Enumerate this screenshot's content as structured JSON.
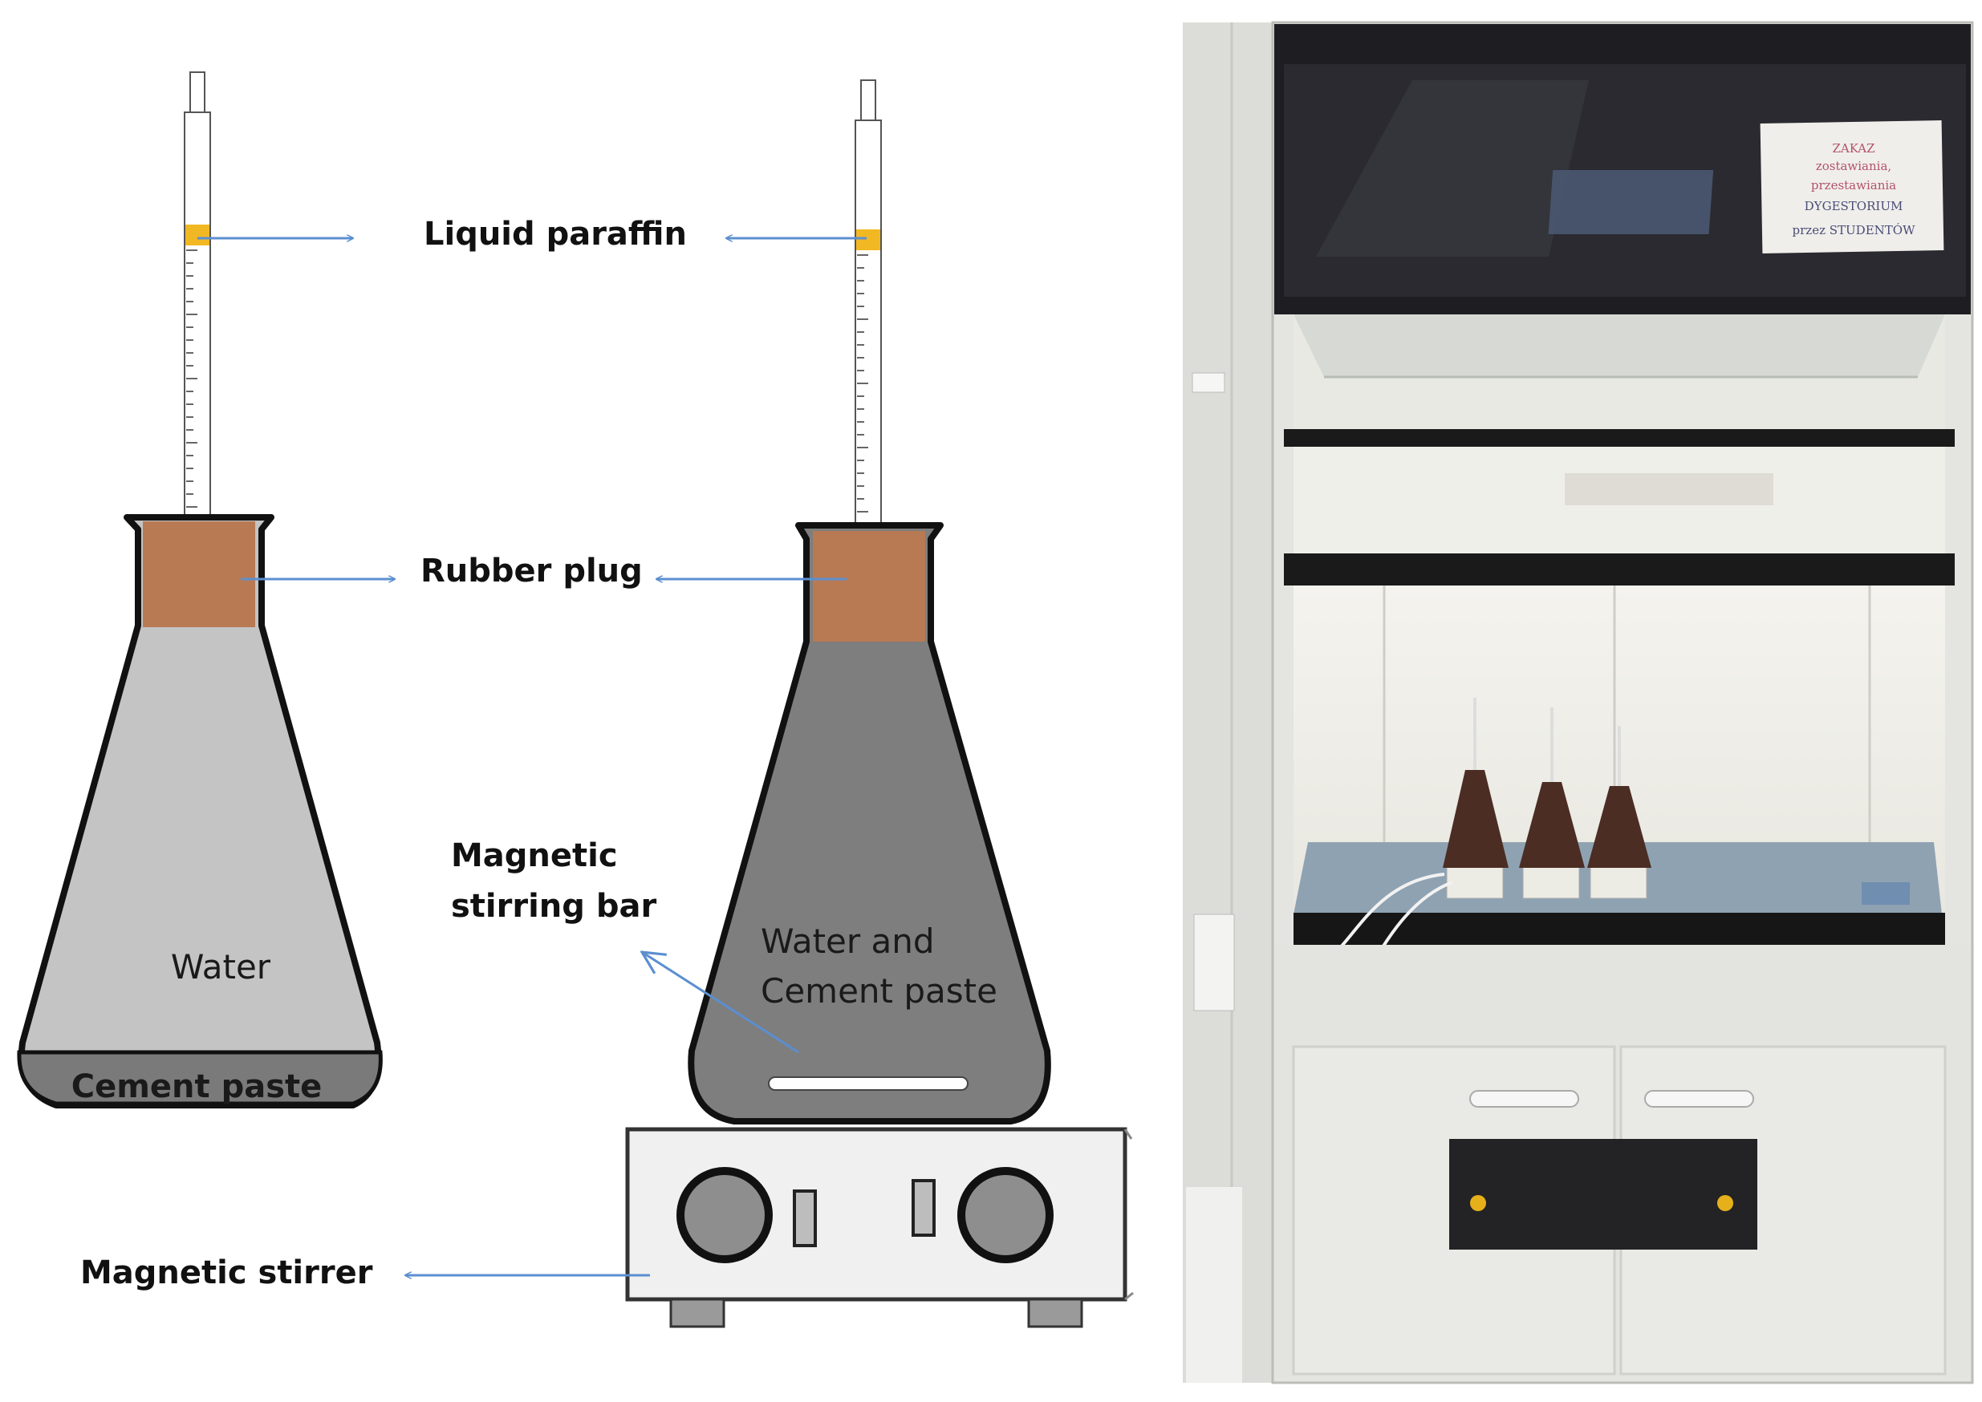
{
  "labels": {
    "liquid_paraffin": "Liquid paraffin",
    "rubber_plug": "Rubber plug",
    "magnetic_stirring_bar_line1": "Magnetic",
    "magnetic_stirring_bar_line2": "stirring bar",
    "water": "Water",
    "cement_paste": "Cement paste",
    "water_and_line1": "Water and",
    "water_and_line2": "Cement paste",
    "magnetic_stirrer": "Magnetic stirrer"
  },
  "colors": {
    "water": "#c4c4c4",
    "cement_paste": "#7a7a7a",
    "mixture": "#808080",
    "rubber_plug": "#b87a53",
    "paraffin": "#f2b824",
    "arrow": "#5b8fd0",
    "stirrer_body": "#f0f0f0",
    "knob": "#8e8e8e"
  },
  "photo": {
    "description_icon": "fume-hood-photo",
    "sign_text": [
      "ZAKAZ",
      "zostawiania,",
      "przestawiania",
      "DYGESTORIUM",
      "przez STUDENTÓW"
    ]
  }
}
